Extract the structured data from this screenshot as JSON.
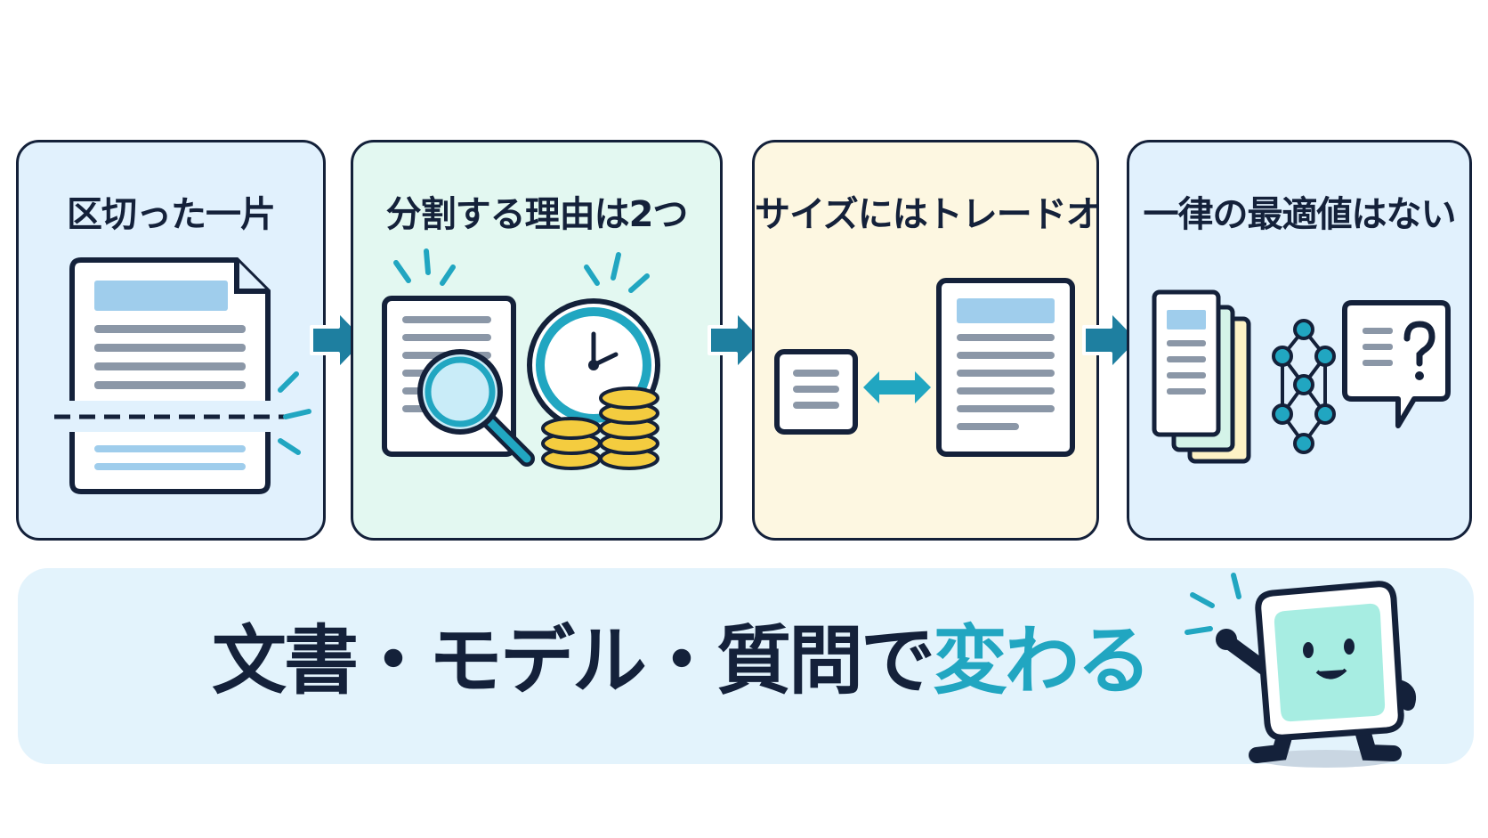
{
  "steps": [
    {
      "title": "区切った一片"
    },
    {
      "title": "分割する理由は2つ"
    },
    {
      "title": "サイズにはトレードオフ"
    },
    {
      "title": "一律の最適値はない"
    }
  ],
  "headline": {
    "dark_part": "文書・モデル・質問で",
    "accent_part": "変わる"
  },
  "colors": {
    "outline": "#14213a",
    "accent": "#21a6c1",
    "arrow": "#1e7fa0",
    "panel_blue": "#e1f1fd",
    "panel_mint": "#e3f8f1",
    "panel_cream": "#fdf7e1",
    "coin": "#f4cc3f"
  },
  "icons": [
    "document-cut-icon",
    "arrow-right-icon",
    "document-search-icon",
    "clock-coins-icon",
    "small-document-icon",
    "double-arrow-icon",
    "large-document-icon",
    "stacked-documents-icon",
    "network-graph-icon",
    "question-bubble-icon",
    "mascot-character"
  ]
}
